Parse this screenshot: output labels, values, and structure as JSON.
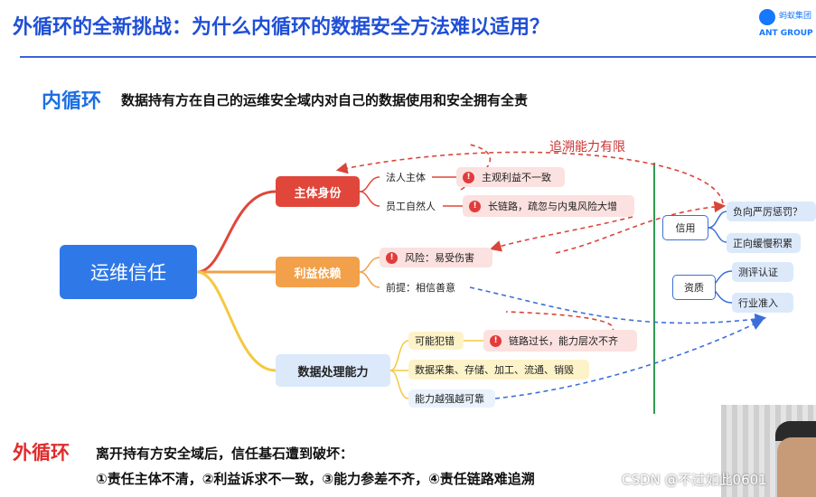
{
  "header": {
    "title": "外循环的全新挑战：为什么内循环的数据安全方法难以适用？",
    "logo_text_top": "蚂蚁集团",
    "logo_text_bottom": "ANT GROUP"
  },
  "inner": {
    "title": "内循环",
    "description": "数据持有方在自己的运维安全域内对自己的数据使用和安全拥有全责"
  },
  "mindmap": {
    "root": "运维信任",
    "branches": {
      "subject": "主体身份",
      "interest": "利益依赖",
      "capability": "数据处理能力"
    },
    "subject_leaves": [
      "法人主体",
      "员工自然人"
    ],
    "subject_risks": [
      "主观利益不一致",
      "长链路，疏忽与内鬼风险大增"
    ],
    "interest_leaves": [
      "风险：易受伤害",
      "前提：相信善意"
    ],
    "capability_leaves": [
      "可能犯错",
      "数据采集、存储、加工、流通、销毁",
      "能力越强越可靠"
    ],
    "capability_risk": "链路过长，能力层次不齐",
    "trace_label": "追溯能力有限",
    "warn_glyph": "!",
    "right": {
      "credit": "信用",
      "credit_items": [
        "负向严厉惩罚？",
        "正向缓慢积累"
      ],
      "qualification": "资质",
      "qualification_items": [
        "测评认证",
        "行业准入"
      ]
    }
  },
  "outer": {
    "title": "外循环",
    "line1": "离开持有方安全域后，信任基石遭到破坏：",
    "line2": "①责任主体不清，②利益诉求不一致，③能力参差不齐，④责任链路难追溯"
  },
  "watermark": "CSDN @不过如此0601",
  "colors": {
    "title_blue": "#1f4fd6",
    "root_blue": "#2f78e8",
    "subject_red": "#e0473a",
    "interest_orange": "#f2a04a",
    "capability_blue": "#4f8fe6",
    "divider_green": "#2e9b4f",
    "outer_red": "#e02b2b"
  }
}
